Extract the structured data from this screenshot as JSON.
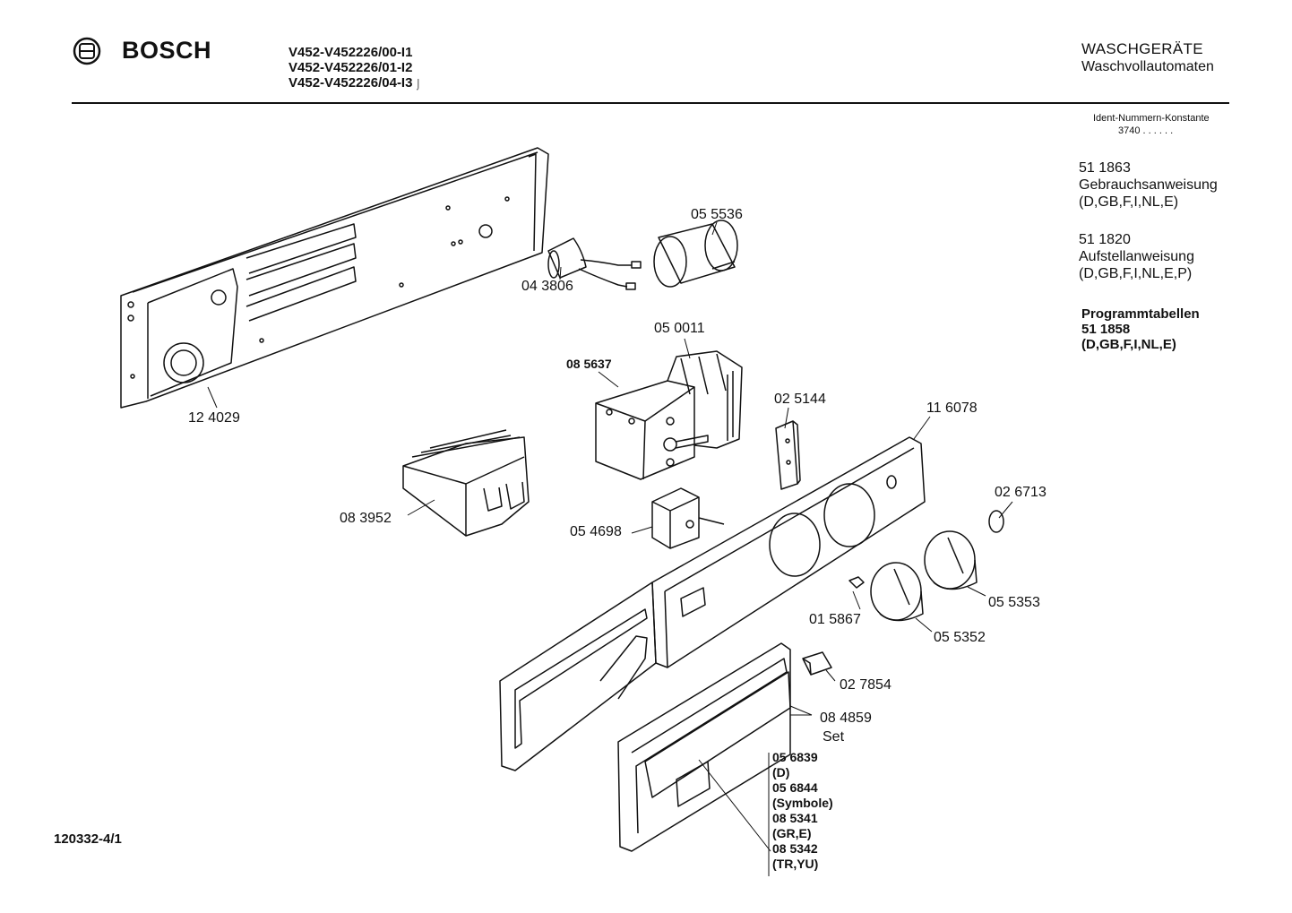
{
  "header": {
    "brand": "BOSCH",
    "models": [
      "V452-V452226/00-I1",
      "V452-V452226/01-I2",
      "V452-V452226/04-I3"
    ],
    "category": "WASCHGERÄTE",
    "subcategory": "Waschvollautomaten"
  },
  "ident": {
    "label": "Ident-Nummern-Konstante",
    "value": "3740  . .   . . . ."
  },
  "documents": [
    {
      "number": "51 1863",
      "title": "Gebrauchsanweisung",
      "langs": "(D,GB,F,I,NL,E)"
    },
    {
      "number": "51 1820",
      "title": "Aufstellanweisung",
      "langs": "(D,GB,F,I,NL,E,P)"
    },
    {
      "number": "51 1858",
      "title": "Programmtabellen",
      "langs": "(D,GB,F,I,NL,E)"
    }
  ],
  "parts": {
    "p124029": "12 4029",
    "p043806": "04 3806",
    "p055536": "05 5536",
    "p050011": "05 0011",
    "p085637": "08 5637",
    "p025144": "02 5144",
    "p116078": "11 6078",
    "p083952": "08 3952",
    "p054698": "05 4698",
    "p026713": "02 6713",
    "p055353": "05 5353",
    "p015867": "01 5867",
    "p055352": "05 5352",
    "p027854": "02 7854",
    "p084859": "08 4859",
    "p084859_note": "Set"
  },
  "variants": [
    "05 6839",
    "(D)",
    "05 6844",
    "(Symbole)",
    "08 5341",
    "(GR,E)",
    "08 5342",
    "(TR,YU)"
  ],
  "footer": {
    "drawing_number": "120332-4/1"
  }
}
